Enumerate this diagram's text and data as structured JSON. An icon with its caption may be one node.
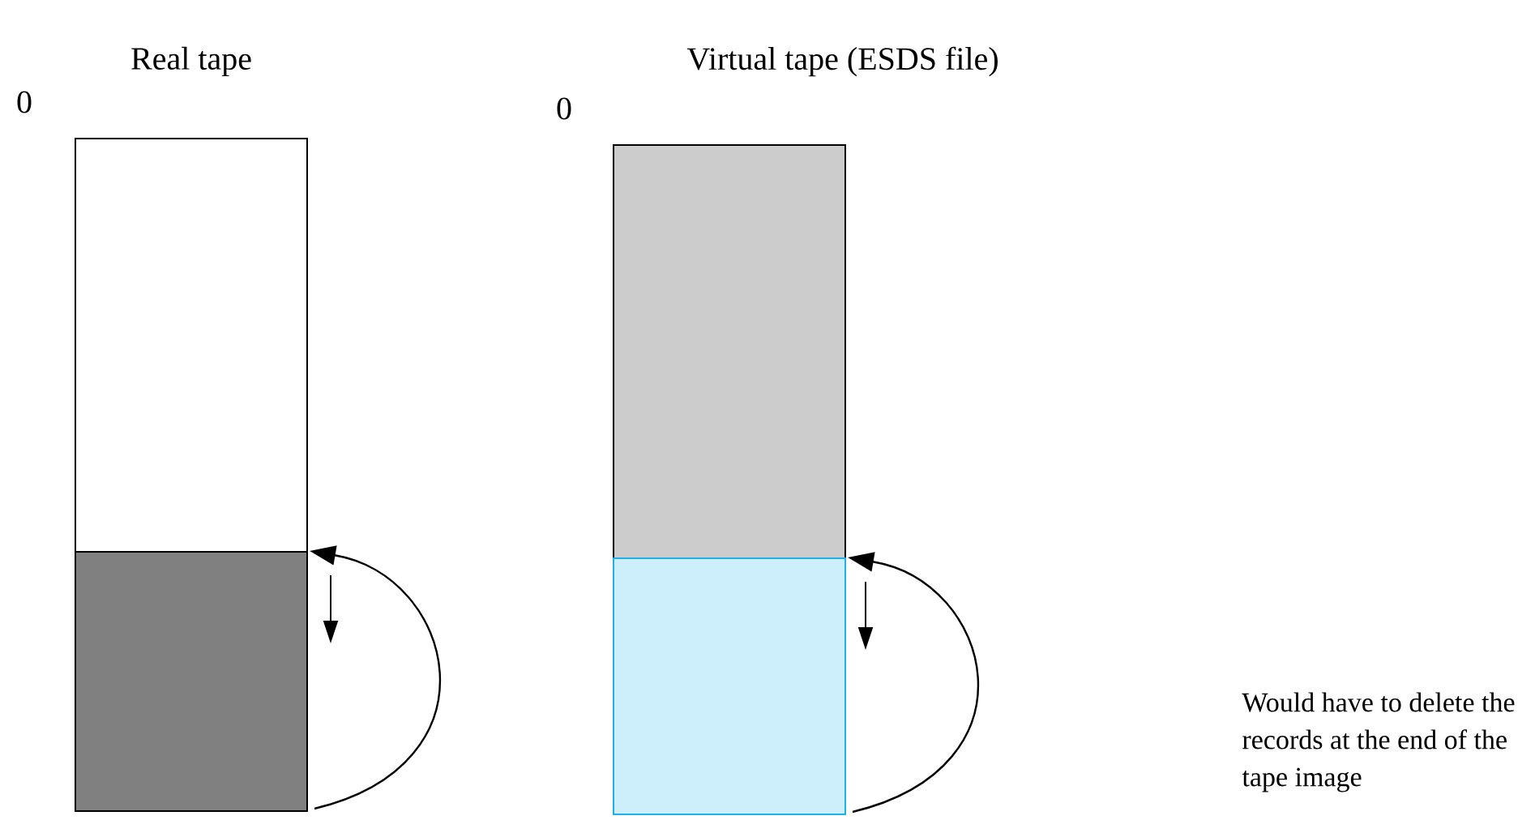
{
  "diagram": {
    "nodes": [
      {
        "text": [],
        "shape": "box"
      },
      {
        "text": [],
        "shape": "box"
      },
      {
        "text": [],
        "shape": "box"
      },
      {
        "text": [],
        "shape": "box"
      }
    ],
    "edges": [
      {
        "from": 1,
        "to": 1,
        "arrow": "to"
      },
      {
        "from": 3,
        "to": 3,
        "arrow": "to"
      }
    ],
    "labels": [
      "Real tape",
      "Virtual tape (ESDS file)",
      "0",
      "0",
      "Would have to delete the records at the end of the tape image"
    ]
  }
}
